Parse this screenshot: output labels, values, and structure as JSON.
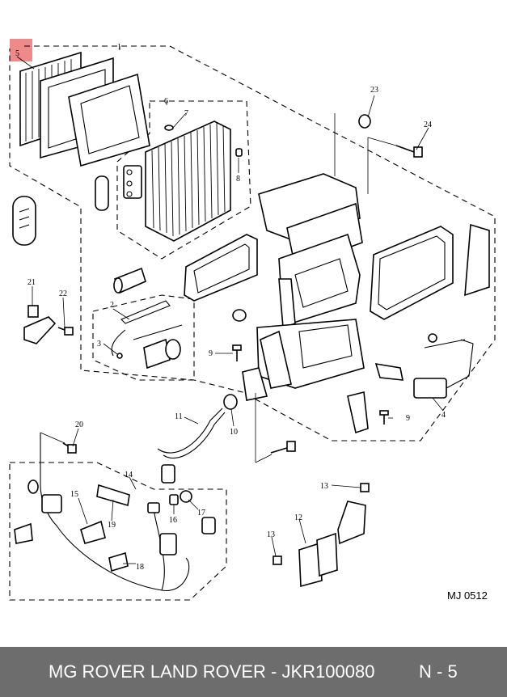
{
  "diagram": {
    "ref_code": "MJ 0512",
    "highlight_color": "#f08a8a",
    "callouts": {
      "c1": "1",
      "c2": "2",
      "c3": "3",
      "c4": "4",
      "c5": "5",
      "c6": "6",
      "c7": "7",
      "c8": "8",
      "c9a": "9",
      "c9b": "9",
      "c10": "10",
      "c11": "11",
      "c12": "12",
      "c13a": "13",
      "c13b": "13",
      "c14": "14",
      "c15": "15",
      "c16": "16",
      "c17": "17",
      "c18": "18",
      "c19": "19",
      "c20": "20",
      "c21": "21",
      "c22": "22",
      "c23": "23",
      "c24": "24"
    }
  },
  "footer": {
    "title": "MG ROVER LAND ROVER - JKR100080",
    "page": "N - 5",
    "background": "#6d6d6d"
  }
}
